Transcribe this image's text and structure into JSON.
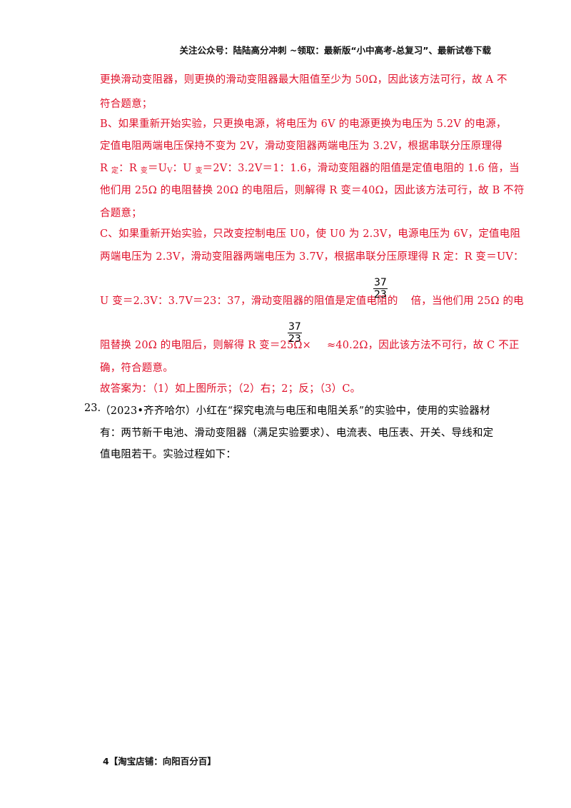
{
  "header": "关注公众号：陆陆高分冲刺  ~领取：最新版“小中高考-总复习”、最新试卷下载",
  "lines": {
    "l1": "更换滑动变阻器，则更换的滑动变阻器最大阻值至少为 50Ω，因此该方法可行，故 A 不",
    "l2": "符合题意；",
    "l3": "B、如果重新开始实验，只更换电源，将电压为 6V 的电源更换为电压为 5.2V 的电源，",
    "l4": "定值电阻两端电压保持不变为 2V，滑动变阻器两端电压为 3.2V，根据串联分压原理得",
    "l5a": "R ",
    "l5sub1": "定",
    "l5b": "：R ",
    "l5sub2": "变",
    "l5c": "＝U",
    "l5sub3": "V",
    "l5d": "：U ",
    "l5sub4": "变",
    "l5e": "＝2V：3.2V＝1：1.6，滑动变阻器的阻值是定值电阻的 1.6 倍，当",
    "l6": "他们用 25Ω 的电阻替换 20Ω 的电阻后，则解得 R 变＝40Ω，因此该方法可行，故 B 不符",
    "l7": "合题意；",
    "l8": "C、如果重新开始实验，只改变控制电压 U0，使 U0 为 2.3V，电源电压为 6V，定值电阻",
    "l9": "两端电压为 2.3V，滑动变阻器两端电压为 3.7V，根据串联分压原理得 R 定：R 变＝UV：",
    "l10a": "U 变＝2.3V：3.7V＝23：37，滑动变阻器的阻值是定值电阻的",
    "l10b": "倍，当他们用 25Ω 的电",
    "l11a": "阻替换 20Ω 的电阻后，则解得 R 变＝25Ω×",
    "l11b": "≈40.2Ω，因此该方法不可行，故 C 不正",
    "l12": "确，符合题意。",
    "answer": "故答案为：（1）如上图所示；（2）右；2；反；（3）C。",
    "q_num": "23.",
    "q1": "（2023•齐齐哈尔）小红在“探究电流与电压和电阻关系”的实验中，使用的实验器材",
    "q2": "有：两节新干电池、滑动变阻器（满足实验要求）、电流表、电压表、开关、导线和定",
    "q3": "值电阻若干。实验过程如下："
  },
  "frac1": {
    "num": "37",
    "den": "23"
  },
  "frac2": {
    "num": "37",
    "den": "23"
  },
  "footer": "4【淘宝店铺：向阳百分百】"
}
